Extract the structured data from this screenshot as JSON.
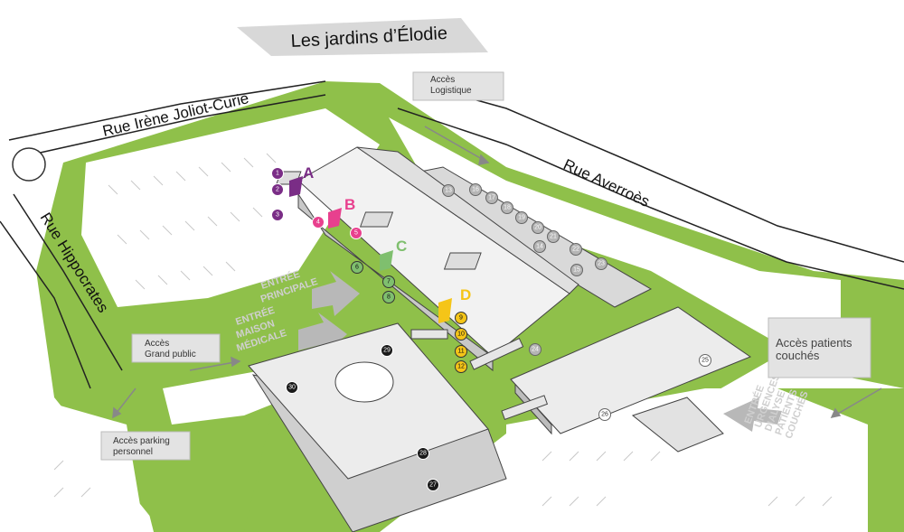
{
  "title": "Les jardins d’Élodie",
  "streets": {
    "irene": "Rue Irène Joliot-Curie",
    "averroes": "Rue Averroès",
    "hippocrates": "Rue Hippocrates"
  },
  "access_boxes": {
    "logistique": {
      "title": "Accès",
      "sub": "Logistique"
    },
    "grand_public": {
      "title": "Accès",
      "sub": "Grand public"
    },
    "parking_personnel": {
      "line1": "Accès parking",
      "line2": "personnel"
    },
    "patients_couches": {
      "line1": "Accès patients",
      "line2": "couchés"
    }
  },
  "ground_labels": {
    "entree_principale": [
      "ENTRÉE",
      "PRINCIPALE"
    ],
    "entree_maison": [
      "ENTRÉE",
      "MAISON",
      "MÉDICALE"
    ],
    "entree_urgences": [
      "ENTRÉE",
      "URGENCES",
      "DIALYSE",
      "PATIENTS",
      "COUCHÉS"
    ]
  },
  "colors": {
    "green": "#8fc04a",
    "purple": "#7a2d86",
    "pink": "#e8408e",
    "light_green": "#7fbf6e",
    "yellow": "#f5c518",
    "grey": "#b5b5b5",
    "black": "#1a1a1a"
  },
  "zones": [
    {
      "letter": "A",
      "color": "#7a2d86"
    },
    {
      "letter": "B",
      "color": "#e8408e"
    },
    {
      "letter": "C",
      "color": "#7fbf6e"
    },
    {
      "letter": "D",
      "color": "#f5c518"
    }
  ],
  "markers": {
    "purple": [
      "1",
      "2",
      "3"
    ],
    "pink": [
      "4",
      "5"
    ],
    "green": [
      "6",
      "7",
      "8"
    ],
    "yellow": [
      "9",
      "10",
      "11",
      "12"
    ],
    "grey": [
      "13",
      "14",
      "15",
      "16",
      "17",
      "18",
      "19",
      "20",
      "21",
      "22",
      "23",
      "24",
      "25",
      "26"
    ],
    "black": [
      "27",
      "28",
      "29",
      "30"
    ]
  }
}
